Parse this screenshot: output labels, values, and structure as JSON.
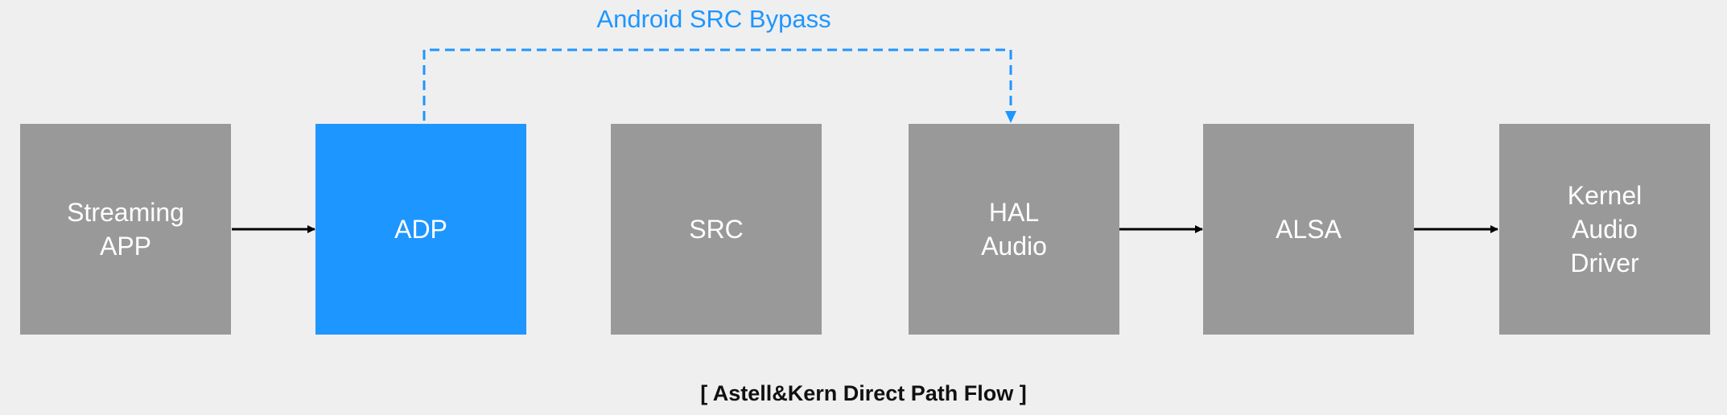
{
  "diagram": {
    "bypass_label": "Android SRC Bypass",
    "caption": "[ Astell&Kern Direct Path Flow ]",
    "colors": {
      "background": "#efefef",
      "box": "#999999",
      "highlight": "#1e96ff",
      "arrow": "#000000",
      "bypass": "#1e96ff"
    },
    "nodes": [
      {
        "id": "streaming-app",
        "label": "Streaming\nAPP",
        "highlighted": false
      },
      {
        "id": "adp",
        "label": "ADP",
        "highlighted": true
      },
      {
        "id": "src",
        "label": "SRC",
        "highlighted": false
      },
      {
        "id": "hal-audio",
        "label": "HAL\nAudio",
        "highlighted": false
      },
      {
        "id": "alsa",
        "label": "ALSA",
        "highlighted": false
      },
      {
        "id": "kernel-audio-driver",
        "label": "Kernel\nAudio\nDriver",
        "highlighted": false
      }
    ],
    "edges": [
      {
        "from": "streaming-app",
        "to": "adp",
        "style": "solid"
      },
      {
        "from": "adp",
        "to": "hal-audio",
        "style": "dashed",
        "label": "Android SRC Bypass"
      },
      {
        "from": "hal-audio",
        "to": "alsa",
        "style": "solid"
      },
      {
        "from": "alsa",
        "to": "kernel-audio-driver",
        "style": "solid"
      }
    ]
  }
}
